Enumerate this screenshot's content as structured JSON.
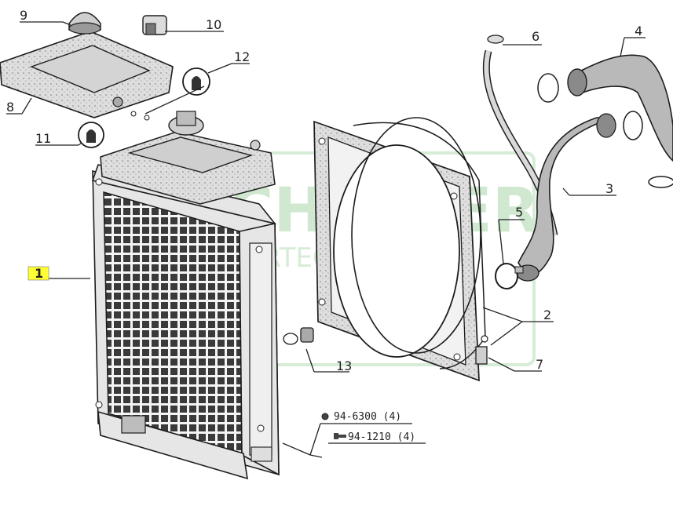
{
  "callouts": {
    "c1": "1",
    "c2": "2",
    "c3": "3",
    "c4": "4",
    "c5": "5",
    "c6": "6",
    "c7": "7",
    "c8": "8",
    "c9": "9",
    "c10": "10",
    "c11": "11",
    "c12": "12",
    "c13": "13"
  },
  "highlight_color": "#ffff33",
  "part_refs": {
    "nut": "94-6300 (4)",
    "bolt": "94-1210 (4)"
  },
  "watermark": {
    "brand": "SCHALLER",
    "sub": "AGRARTECHNIK",
    "color": "#a8d8a8"
  }
}
